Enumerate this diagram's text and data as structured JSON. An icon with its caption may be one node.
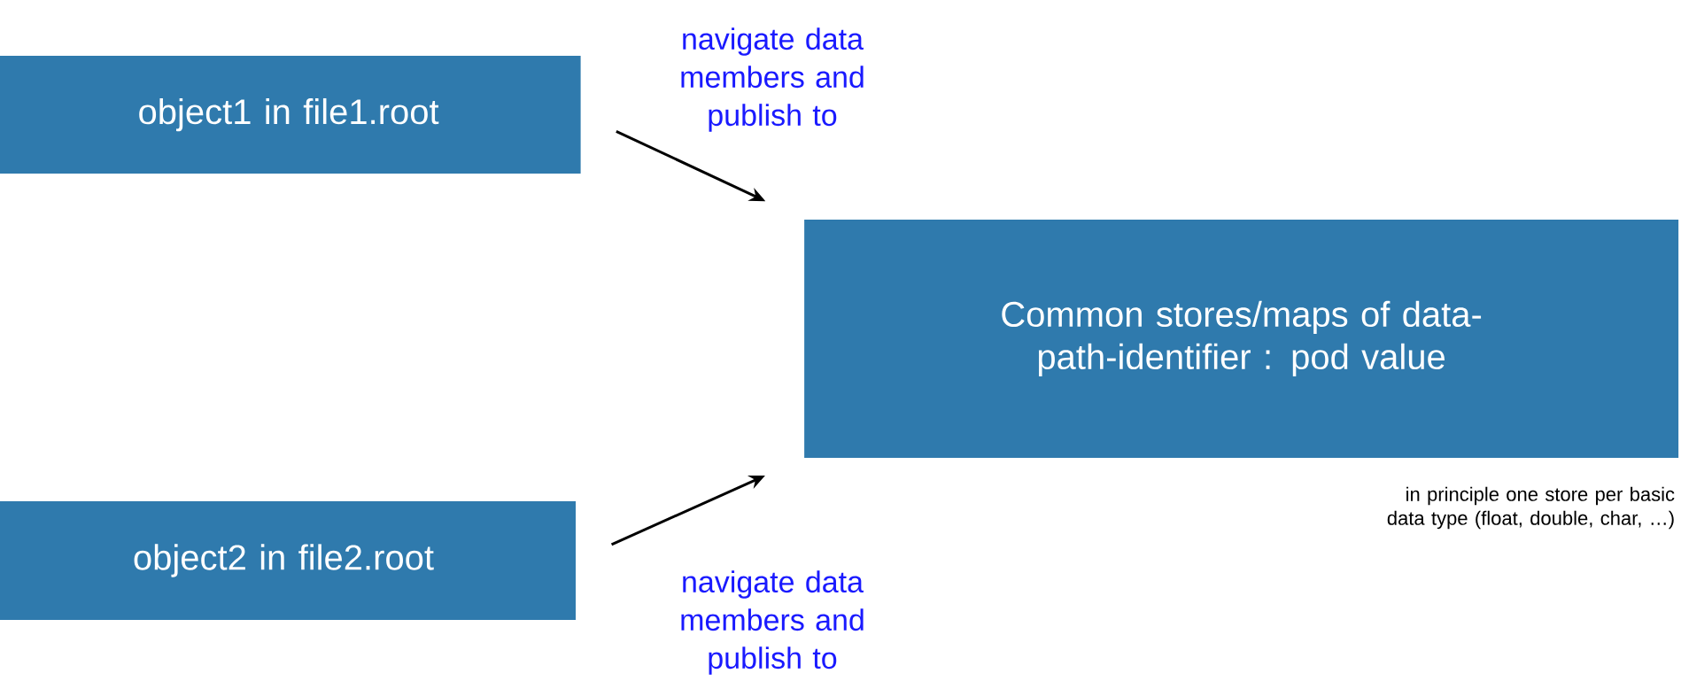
{
  "diagram": {
    "nodes": [
      {
        "text": [
          "object1 in file1.root"
        ]
      },
      {
        "text": [
          "Common stores/maps of data-path-identifier : pod value"
        ],
        "beside": [
          "in principle one store per basic data type (float, double, char, …)"
        ]
      },
      {
        "text": [
          "object2 in file2.root"
        ]
      }
    ],
    "edges": [
      {
        "from": 0,
        "to": 1,
        "arrow": "to",
        "label": "navigate data members and publish to"
      },
      {
        "from": 2,
        "to": 1,
        "arrow": "to",
        "label": "navigate data members and publish to"
      }
    ]
  }
}
